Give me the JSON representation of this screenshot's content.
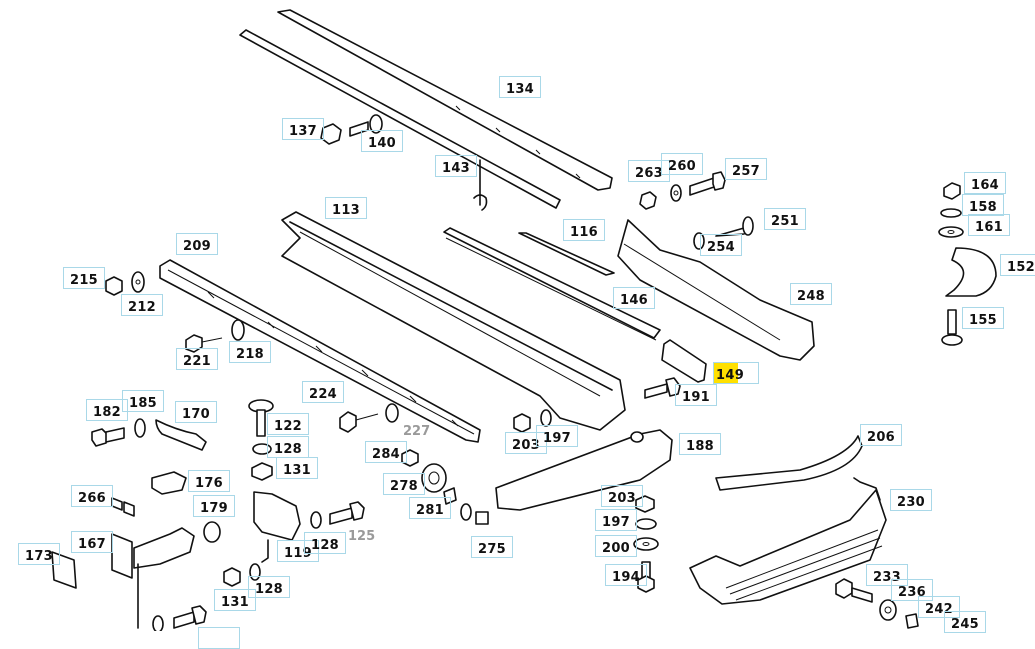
{
  "diagram": {
    "title": "Bumper assembly exploded parts diagram",
    "highlight_color": "#ffe000",
    "label_border_color": "#a9d8e8",
    "selected_part": "149",
    "callouts": [
      {
        "id": "134"
      },
      {
        "id": "137"
      },
      {
        "id": "140"
      },
      {
        "id": "143"
      },
      {
        "id": "113"
      },
      {
        "id": "116"
      },
      {
        "id": "146"
      },
      {
        "id": "263"
      },
      {
        "id": "260"
      },
      {
        "id": "257"
      },
      {
        "id": "251"
      },
      {
        "id": "254"
      },
      {
        "id": "248"
      },
      {
        "id": "164"
      },
      {
        "id": "158"
      },
      {
        "id": "161"
      },
      {
        "id": "152"
      },
      {
        "id": "155"
      },
      {
        "id": "209"
      },
      {
        "id": "215"
      },
      {
        "id": "212"
      },
      {
        "id": "221"
      },
      {
        "id": "218"
      },
      {
        "id": "185"
      },
      {
        "id": "182"
      },
      {
        "id": "170"
      },
      {
        "id": "224"
      },
      {
        "id": "122"
      },
      {
        "id": "128"
      },
      {
        "id": "131"
      },
      {
        "id": "284"
      },
      {
        "id": "203"
      },
      {
        "id": "197"
      },
      {
        "id": "149"
      },
      {
        "id": "191"
      },
      {
        "id": "188"
      },
      {
        "id": "206"
      },
      {
        "id": "176"
      },
      {
        "id": "266"
      },
      {
        "id": "179"
      },
      {
        "id": "278"
      },
      {
        "id": "281"
      },
      {
        "id": "275"
      },
      {
        "id": "203"
      },
      {
        "id": "197"
      },
      {
        "id": "200"
      },
      {
        "id": "194"
      },
      {
        "id": "230"
      },
      {
        "id": "173"
      },
      {
        "id": "167"
      },
      {
        "id": "119"
      },
      {
        "id": "128"
      },
      {
        "id": "131"
      },
      {
        "id": "128"
      },
      {
        "id": "233"
      },
      {
        "id": "236"
      },
      {
        "id": "242"
      },
      {
        "id": "245"
      }
    ],
    "unboxed_labels": [
      {
        "id": "227"
      },
      {
        "id": "125"
      }
    ]
  }
}
